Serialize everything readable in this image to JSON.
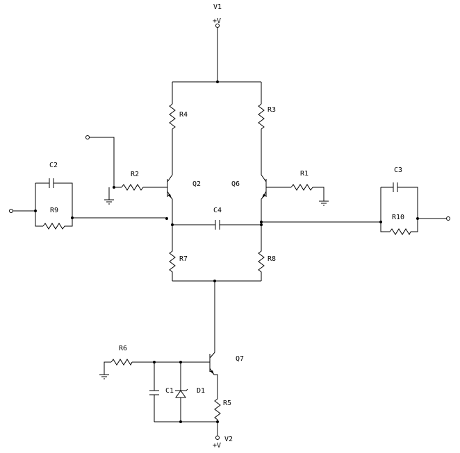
{
  "supplies": {
    "v1_name": "V1",
    "v1_symbol": "+V",
    "v2_name": "V2",
    "v2_symbol": "+V"
  },
  "transistors": {
    "q2": "Q2",
    "q6": "Q6",
    "q7": "Q7"
  },
  "resistors": {
    "r1": "R1",
    "r2": "R2",
    "r3": "R3",
    "r4": "R4",
    "r5": "R5",
    "r6": "R6",
    "r7": "R7",
    "r8": "R8",
    "r9": "R9",
    "r10": "R10"
  },
  "capacitors": {
    "c1": "C1",
    "c2": "C2",
    "c3": "C3",
    "c4": "C4"
  },
  "diodes": {
    "d1": "D1"
  }
}
